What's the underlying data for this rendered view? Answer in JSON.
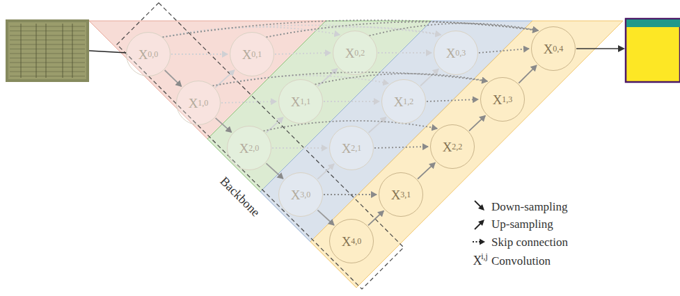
{
  "diagram": {
    "nodes": [
      {
        "text": [
          "X",
          "0,0"
        ]
      },
      {
        "text": [
          "X",
          "1,0"
        ]
      },
      {
        "text": [
          "X",
          "0,1"
        ]
      },
      {
        "text": [
          "X",
          "2,0"
        ]
      },
      {
        "text": [
          "X",
          "1,1"
        ]
      },
      {
        "text": [
          "X",
          "0,2"
        ]
      },
      {
        "text": [
          "X",
          "3,0"
        ]
      },
      {
        "text": [
          "X",
          "2,1"
        ]
      },
      {
        "text": [
          "X",
          "1,2"
        ]
      },
      {
        "text": [
          "X",
          "0,3"
        ]
      },
      {
        "text": [
          "X",
          "4,0"
        ]
      },
      {
        "text": [
          "X",
          "3,1"
        ]
      },
      {
        "text": [
          "X",
          "2,2"
        ]
      },
      {
        "text": [
          "X",
          "1,3"
        ]
      },
      {
        "text": [
          "X",
          "0,4"
        ]
      }
    ],
    "edges": [
      {
        "from": 0,
        "to": 1,
        "arrow": "to"
      },
      {
        "from": 1,
        "to": 3,
        "arrow": "to"
      },
      {
        "from": 3,
        "to": 6,
        "arrow": "to"
      },
      {
        "from": 6,
        "to": 10,
        "arrow": "to"
      },
      {
        "from": 1,
        "to": 2,
        "arrow": "to"
      },
      {
        "from": 3,
        "to": 4,
        "arrow": "to"
      },
      {
        "from": 4,
        "to": 5,
        "arrow": "to"
      },
      {
        "from": 6,
        "to": 7,
        "arrow": "to"
      },
      {
        "from": 7,
        "to": 8,
        "arrow": "to"
      },
      {
        "from": 8,
        "to": 9,
        "arrow": "to"
      },
      {
        "from": 10,
        "to": 11,
        "arrow": "to"
      },
      {
        "from": 11,
        "to": 12,
        "arrow": "to"
      },
      {
        "from": 12,
        "to": 13,
        "arrow": "to"
      },
      {
        "from": 13,
        "to": 14,
        "arrow": "to"
      },
      {
        "from": 0,
        "to": 2,
        "arrow": "to"
      },
      {
        "from": 0,
        "to": 5,
        "arrow": "to"
      },
      {
        "from": 0,
        "to": 9,
        "arrow": "to"
      },
      {
        "from": 0,
        "to": 14,
        "arrow": "to"
      },
      {
        "from": 2,
        "to": 5,
        "arrow": "to"
      },
      {
        "from": 2,
        "to": 9,
        "arrow": "to"
      },
      {
        "from": 2,
        "to": 14,
        "arrow": "to"
      },
      {
        "from": 5,
        "to": 9,
        "arrow": "to"
      },
      {
        "from": 5,
        "to": 14,
        "arrow": "to"
      },
      {
        "from": 9,
        "to": 14,
        "arrow": "to"
      },
      {
        "from": 1,
        "to": 4,
        "arrow": "to"
      },
      {
        "from": 1,
        "to": 8,
        "arrow": "to"
      },
      {
        "from": 1,
        "to": 13,
        "arrow": "to"
      },
      {
        "from": 4,
        "to": 8,
        "arrow": "to"
      },
      {
        "from": 4,
        "to": 13,
        "arrow": "to"
      },
      {
        "from": 8,
        "to": 13,
        "arrow": "to"
      },
      {
        "from": 3,
        "to": 7,
        "arrow": "to"
      },
      {
        "from": 3,
        "to": 12,
        "arrow": "to"
      },
      {
        "from": 7,
        "to": 12,
        "arrow": "to"
      },
      {
        "from": 6,
        "to": 11,
        "arrow": "to"
      }
    ],
    "labels": [
      "Backbone",
      "X",
      "i,j"
    ],
    "legend": [
      {
        "text": "Down-sampling"
      },
      {
        "text": "Up-sampling"
      },
      {
        "text": "Skip connection"
      },
      {
        "text": "Convolution"
      }
    ]
  }
}
